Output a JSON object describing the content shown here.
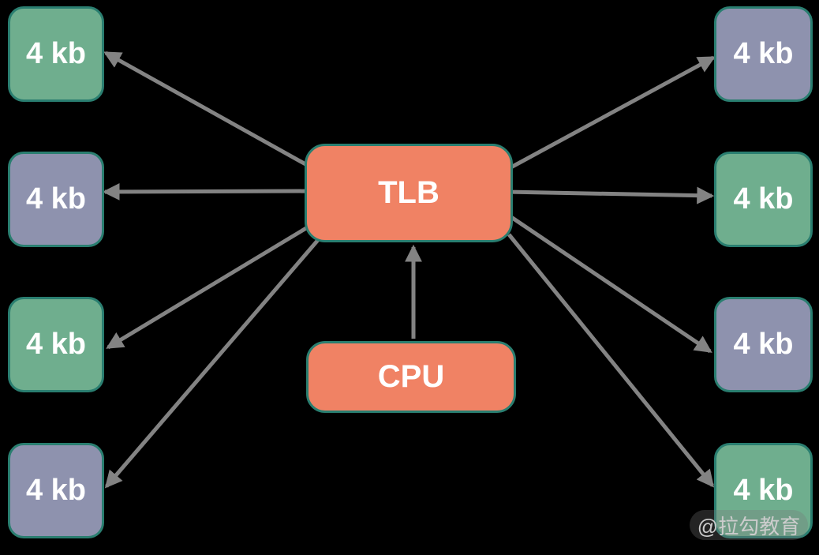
{
  "diagram": {
    "center_node": {
      "label": "TLB",
      "color": "orange"
    },
    "source_node": {
      "label": "CPU",
      "color": "orange"
    },
    "left_blocks": [
      {
        "label": "4 kb",
        "color": "green"
      },
      {
        "label": "4 kb",
        "color": "purple"
      },
      {
        "label": "4 kb",
        "color": "green"
      },
      {
        "label": "4 kb",
        "color": "purple"
      }
    ],
    "right_blocks": [
      {
        "label": "4 kb",
        "color": "purple"
      },
      {
        "label": "4 kb",
        "color": "green"
      },
      {
        "label": "4 kb",
        "color": "purple"
      },
      {
        "label": "4 kb",
        "color": "green"
      }
    ],
    "edges": [
      {
        "from": "CPU",
        "to": "TLB"
      },
      {
        "from": "TLB",
        "to": "left 4 kb block 1"
      },
      {
        "from": "TLB",
        "to": "left 4 kb block 2"
      },
      {
        "from": "TLB",
        "to": "left 4 kb block 3"
      },
      {
        "from": "TLB",
        "to": "left 4 kb block 4"
      },
      {
        "from": "TLB",
        "to": "right 4 kb block 1"
      },
      {
        "from": "TLB",
        "to": "right 4 kb block 2"
      },
      {
        "from": "TLB",
        "to": "right 4 kb block 3"
      },
      {
        "from": "TLB",
        "to": "right 4 kb block 4"
      }
    ],
    "watermark": "@拉勾教育",
    "colors": {
      "block_green": "#6fae8e",
      "block_purple": "#8e92ae",
      "node_orange": "#f08264",
      "border_teal": "#2a7e70",
      "arrow_gray": "#838383",
      "label_text": "#ffffff",
      "watermark_text": "#cccccc",
      "background": "#000000"
    }
  }
}
